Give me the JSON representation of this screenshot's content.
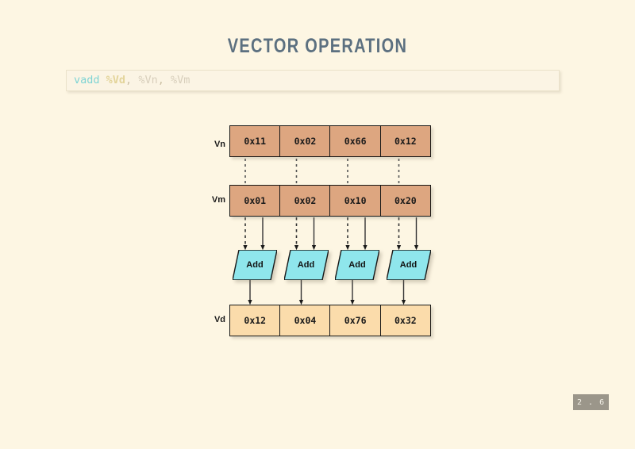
{
  "slide": {
    "title": "Vector Operation",
    "page_indicator": "2 . 6",
    "background_color": "#fdf6e3",
    "title_color": "#5c7080"
  },
  "code": {
    "mnemonic": "vadd",
    "space1": " ",
    "dest": "%Vd",
    "comma1": ",",
    "space2": " ",
    "src1": "%Vn",
    "comma2": ",",
    "space3": " ",
    "src2": "%Vm",
    "full_text": "vadd %Vd, %Vn, %Vm",
    "colors": {
      "mnemonic": "#7fd4d4",
      "dest": "#e3d49a",
      "src": "#d8cfbc",
      "punct": "#cbbfa4"
    }
  },
  "diagram": {
    "source_fill": "#dda680",
    "dest_fill": "#fbdcab",
    "op_fill": "#8fe6ec",
    "border_color": "#171717",
    "rows": [
      {
        "label": "Vn",
        "kind": "source",
        "values": [
          "0x11",
          "0x02",
          "0x66",
          "0x12"
        ]
      },
      {
        "label": "Vm",
        "kind": "source",
        "values": [
          "0x01",
          "0x02",
          "0x10",
          "0x20"
        ]
      },
      {
        "label": "Vd",
        "kind": "dest",
        "values": [
          "0x12",
          "0x04",
          "0x76",
          "0x32"
        ]
      }
    ],
    "operations": [
      {
        "label": "Add"
      },
      {
        "label": "Add"
      },
      {
        "label": "Add"
      },
      {
        "label": "Add"
      }
    ],
    "edge_styles": {
      "from_vn": "dashed",
      "from_vm": "solid",
      "to_vd": "solid"
    }
  }
}
